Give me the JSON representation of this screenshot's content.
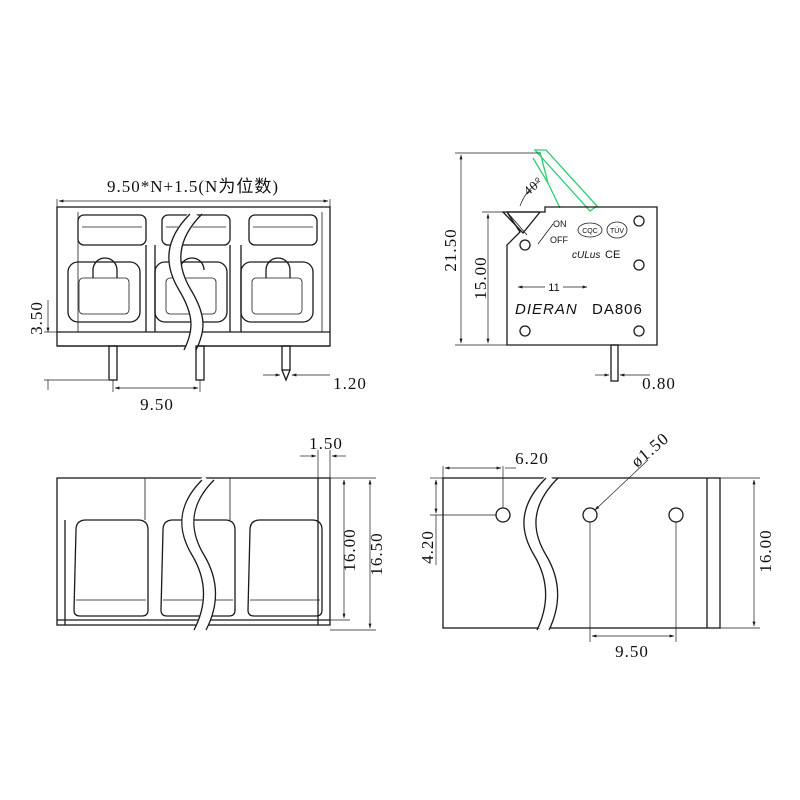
{
  "top_front": {
    "overall_label": "9.50*N+1.5(N为位数)",
    "height_label": "3.50",
    "pitch_label": "9.50",
    "pin_label": "1.20"
  },
  "top_side": {
    "angle_label": "40°",
    "height_total_label": "21.50",
    "height_body_label": "15.00",
    "pin_label": "0.80",
    "marking": {
      "on": "ON",
      "off": "OFF",
      "cqc": "CQC",
      "tuv": "TÜV",
      "ul": "cULus",
      "ce": "CE",
      "pitch": "11",
      "brand": "DIERAN",
      "model": "DA806"
    }
  },
  "bottom_front": {
    "width_label": "1.50",
    "height_inner_label": "16.00",
    "height_outer_label": "16.50"
  },
  "bottom_pcb": {
    "offset_label": "6.20",
    "hole_label": "ø1.50",
    "vertical_label": "4.20",
    "height_label": "16.00",
    "pitch_label": "9.50"
  },
  "colors": {
    "line": "#1a1a1a",
    "lever": "#2ecc71"
  }
}
